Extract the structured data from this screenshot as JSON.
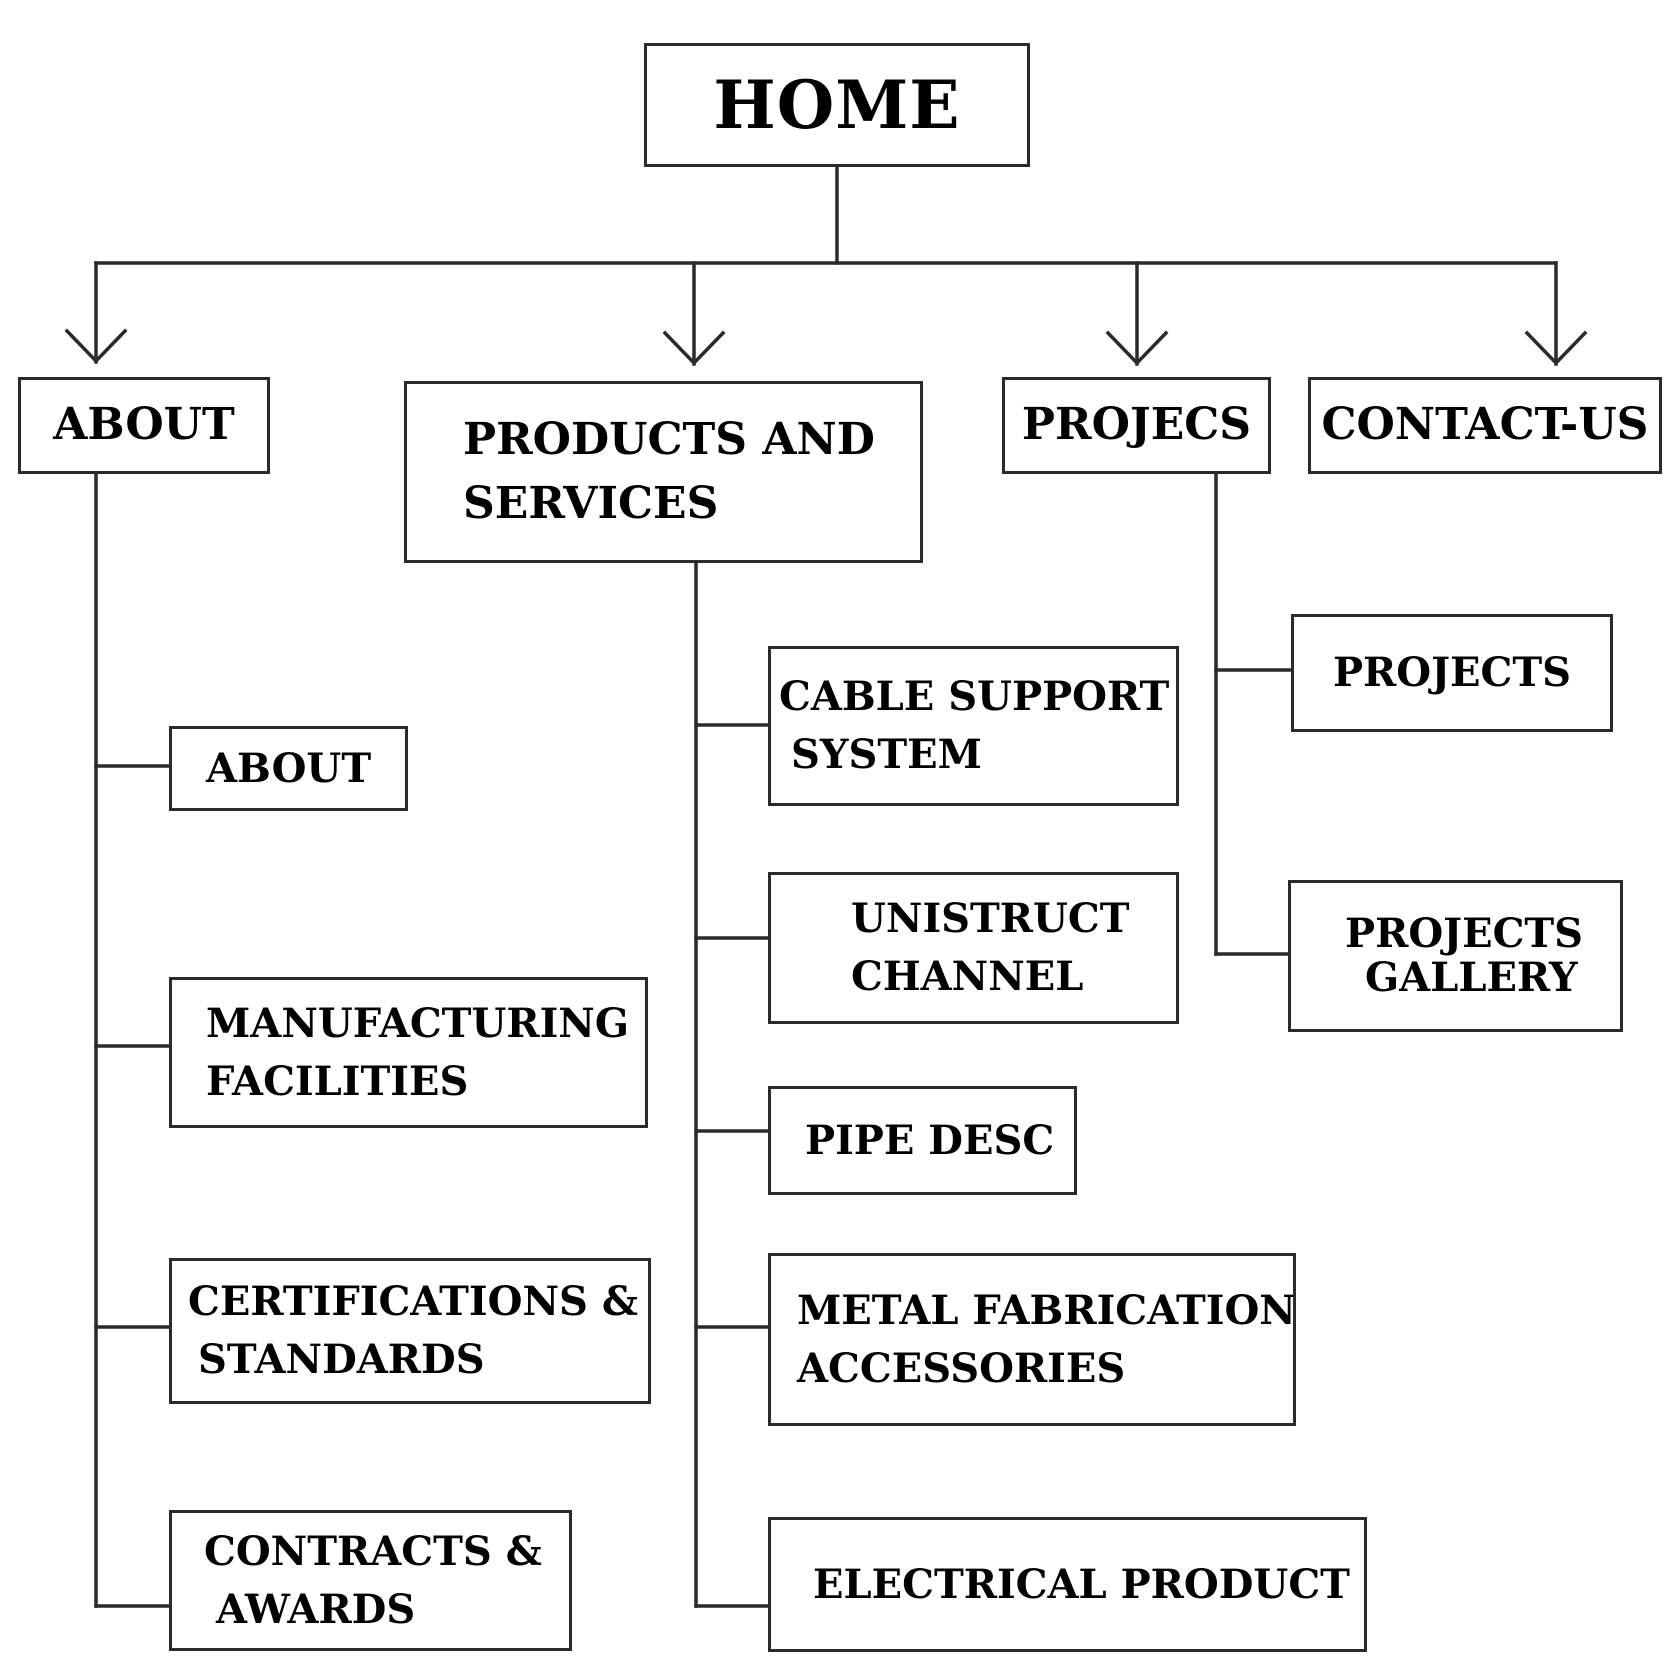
{
  "diagram": {
    "type": "sitemap",
    "root": {
      "id": "home",
      "label": [
        "HOME"
      ]
    },
    "sections": [
      {
        "id": "about",
        "label": [
          "ABOUT"
        ],
        "children": [
          {
            "id": "about-page",
            "label": [
              "ABOUT"
            ]
          },
          {
            "id": "manufacturing-facilities",
            "label": [
              "MANUFACTURING",
              "FACILITIES"
            ]
          },
          {
            "id": "certifications-standards",
            "label": [
              "CERTIFICATIONS &",
              "STANDARDS"
            ]
          },
          {
            "id": "contracts-awards",
            "label": [
              "CONTRACTS &",
              "AWARDS"
            ]
          }
        ]
      },
      {
        "id": "products-services",
        "label": [
          "PRODUCTS AND",
          "SERVICES"
        ],
        "children": [
          {
            "id": "cable-support-system",
            "label": [
              "CABLE SUPPORT",
              "SYSTEM"
            ]
          },
          {
            "id": "unistruct-channel",
            "label": [
              "UNISTRUCT",
              "CHANNEL"
            ]
          },
          {
            "id": "pipe-desc",
            "label": [
              "PIPE DESC"
            ]
          },
          {
            "id": "metal-fabrication-accessories",
            "label": [
              "METAL FABRICATION",
              "ACCESSORIES"
            ]
          },
          {
            "id": "electrical-product",
            "label": [
              "ELECTRICAL PRODUCT"
            ]
          }
        ]
      },
      {
        "id": "projecs",
        "label": [
          "PROJECS"
        ],
        "children": [
          {
            "id": "projects",
            "label": [
              "PROJECTS"
            ]
          },
          {
            "id": "projects-gallery",
            "label": [
              "PROJECTS",
              "GALLERY"
            ]
          }
        ]
      },
      {
        "id": "contact-us",
        "label": [
          "CONTACT-US"
        ],
        "children": []
      }
    ],
    "colors": {
      "line": "#2b2b2b",
      "text": "#000000",
      "background": "#ffffff"
    }
  }
}
